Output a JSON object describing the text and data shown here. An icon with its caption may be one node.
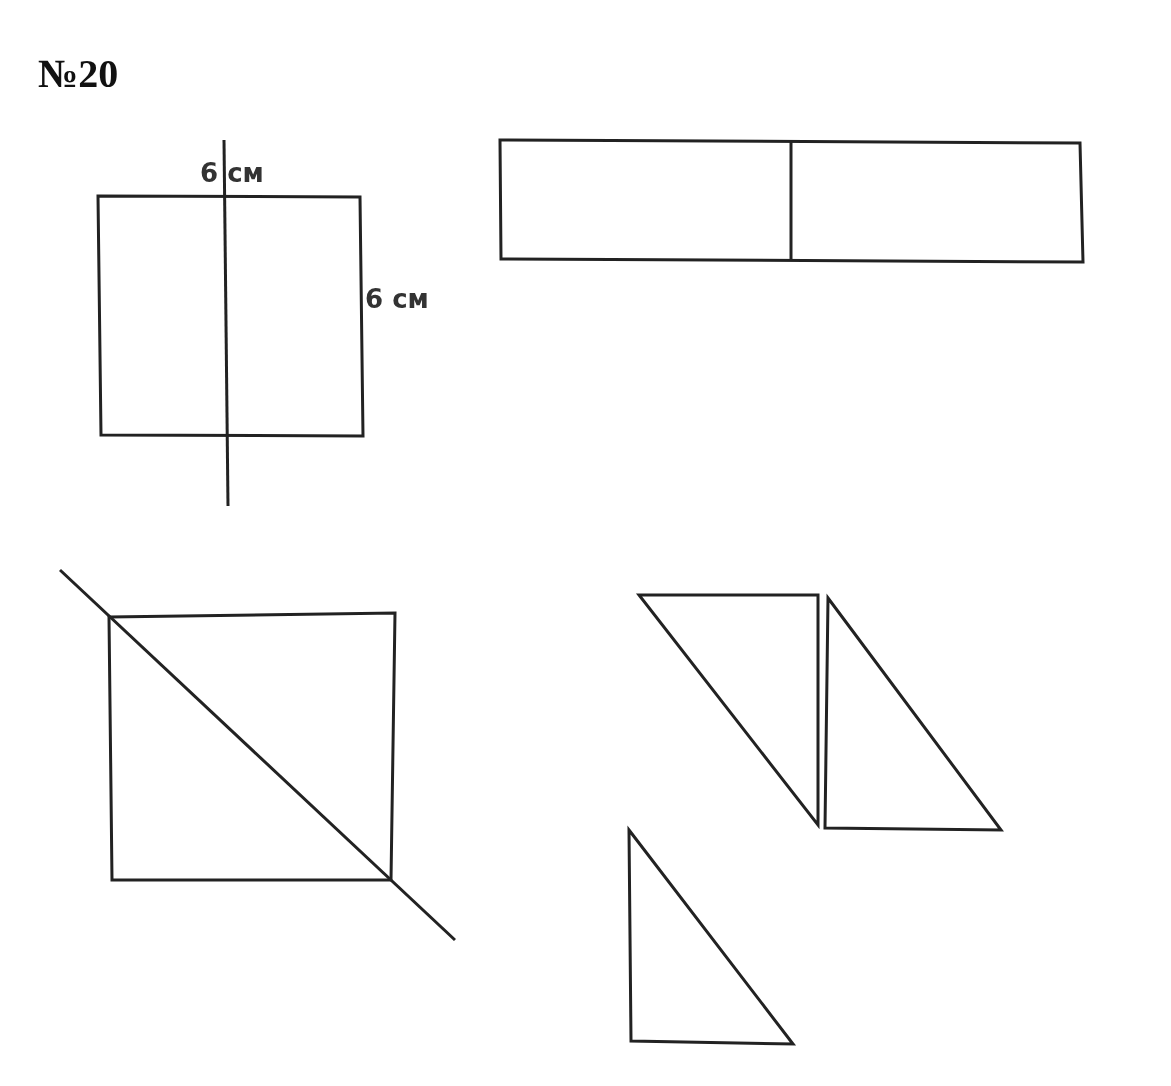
{
  "diagram": {
    "title": "№20",
    "labels": [
      "6 см",
      "6 см"
    ]
  }
}
